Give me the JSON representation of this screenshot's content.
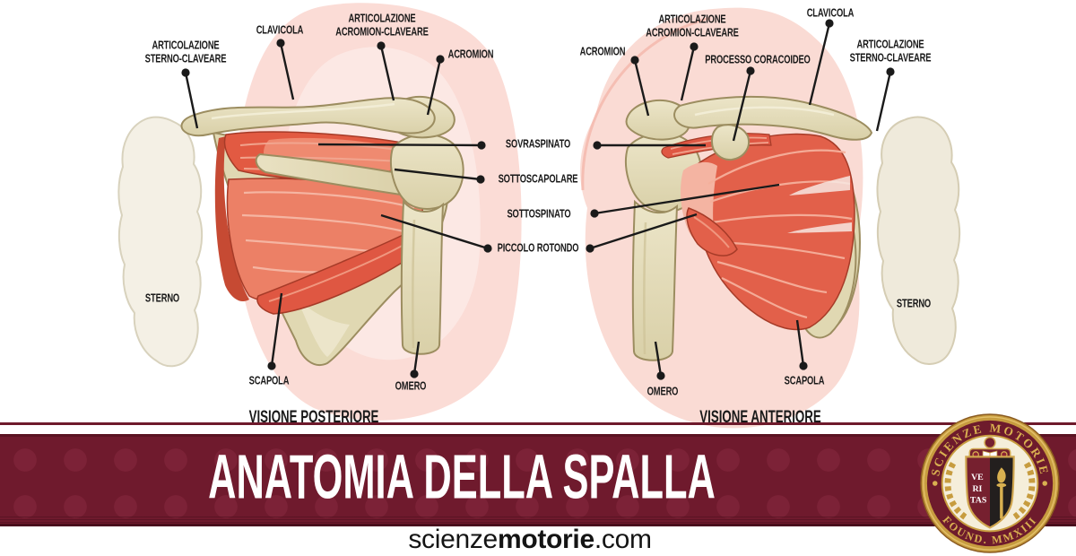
{
  "banner": {
    "title": "ANATOMIA DELLA SPALLA"
  },
  "website": {
    "prefix": "scienze",
    "bold": "motorie",
    "suffix": ".com"
  },
  "posterior": {
    "caption": "VISIONE POSTERIORE",
    "labels": {
      "articolazione_sterno_claveare": "ARTICOLAZIONE\nSTERNO-CLAVEARE",
      "clavicola": "CLAVICOLA",
      "articolazione_acromion_claveare": "ARTICOLAZIONE\nACROMION-CLAVEARE",
      "acromion": "ACROMION",
      "sterno": "STERNO",
      "scapola": "SCAPOLA",
      "omero": "OMERO"
    }
  },
  "muscles": {
    "sovraspinato": "SOVRASPINATO",
    "sottoscapolare": "SOTTOSCAPOLARE",
    "sottospinato": "SOTTOSPINATO",
    "piccolo_rotondo": "PICCOLO ROTONDO"
  },
  "anterior": {
    "caption": "VISIONE ANTERIORE",
    "labels": {
      "acromion": "ACROMION",
      "articolazione_acromion_claveare": "ARTICOLAZIONE\nACROMION-CLAVEARE",
      "processo_coracoideo": "PROCESSO CORACOIDEO",
      "clavicola": "CLAVICOLA",
      "articolazione_sterno_claveare": "ARTICOLAZIONE\nSTERNO-CLAVEARE",
      "sterno": "STERNO",
      "scapola": "SCAPOLA",
      "omero": "OMERO"
    }
  },
  "logo": {
    "arc_top": "SCIENZE MOTORIE",
    "arc_bottom": "FOUND. MMXIII",
    "motto_lines": [
      "VE",
      "RI",
      "TAS"
    ]
  },
  "colors": {
    "banner": "#6f1a2d",
    "gold": "#c9a24b",
    "muscle_red": "#e2604a",
    "muscle_light": "#ec8066",
    "bone": "#e5ddb8",
    "background_blob": "#fadbd4",
    "leader_line": "#1a1a1a"
  }
}
